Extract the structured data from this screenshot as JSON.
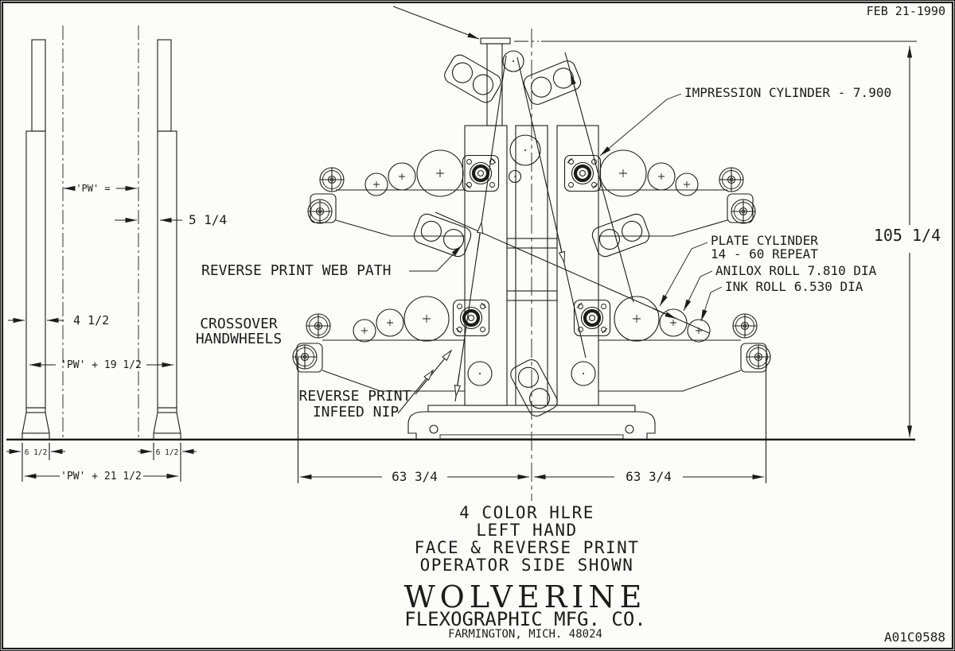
{
  "sheet": {
    "date": "FEB 21-1990",
    "drawing_number": "A01C0588",
    "background_color": "#fcfcfa",
    "line_color": "#1c1c1c"
  },
  "callouts": {
    "impression_cylinder": "IMPRESSION CYLINDER - 7.900",
    "plate_cylinder_1": "PLATE CYLINDER",
    "plate_cylinder_2": "14 - 60 REPEAT",
    "anilox_roll": "ANILOX ROLL 7.810 DIA",
    "ink_roll": "INK ROLL 6.530 DIA",
    "reverse_print_web_path": "REVERSE PRINT WEB PATH",
    "crossover_1": "CROSSOVER",
    "crossover_2": "HANDWHEELS",
    "infeed_1": "REVERSE PRINT",
    "infeed_2": "INFEED NIP"
  },
  "dimensions": {
    "pw_equals": "'PW' =",
    "gap_5_14": "5 1/4",
    "col_4_12": "4 1/2",
    "pw_plus_19_12": "'PW' + 19 1/2",
    "foot_6_12_left": "6 1/2",
    "foot_6_12_right": "6 1/2",
    "pw_plus_21_12": "'PW' + 21 1/2",
    "overall_height": "105 1/4",
    "span_left": "63 3/4",
    "span_right": "63 3/4"
  },
  "title_block": {
    "machine_1": "4 COLOR HLRE",
    "machine_2": "LEFT HAND",
    "machine_3": "FACE & REVERSE PRINT",
    "machine_4": "OPERATOR SIDE SHOWN",
    "company": "WOLVERINE",
    "company_type": "FLEXOGRAPHIC MFG. CO.",
    "company_address": "FARMINGTON, MICH. 48024"
  }
}
